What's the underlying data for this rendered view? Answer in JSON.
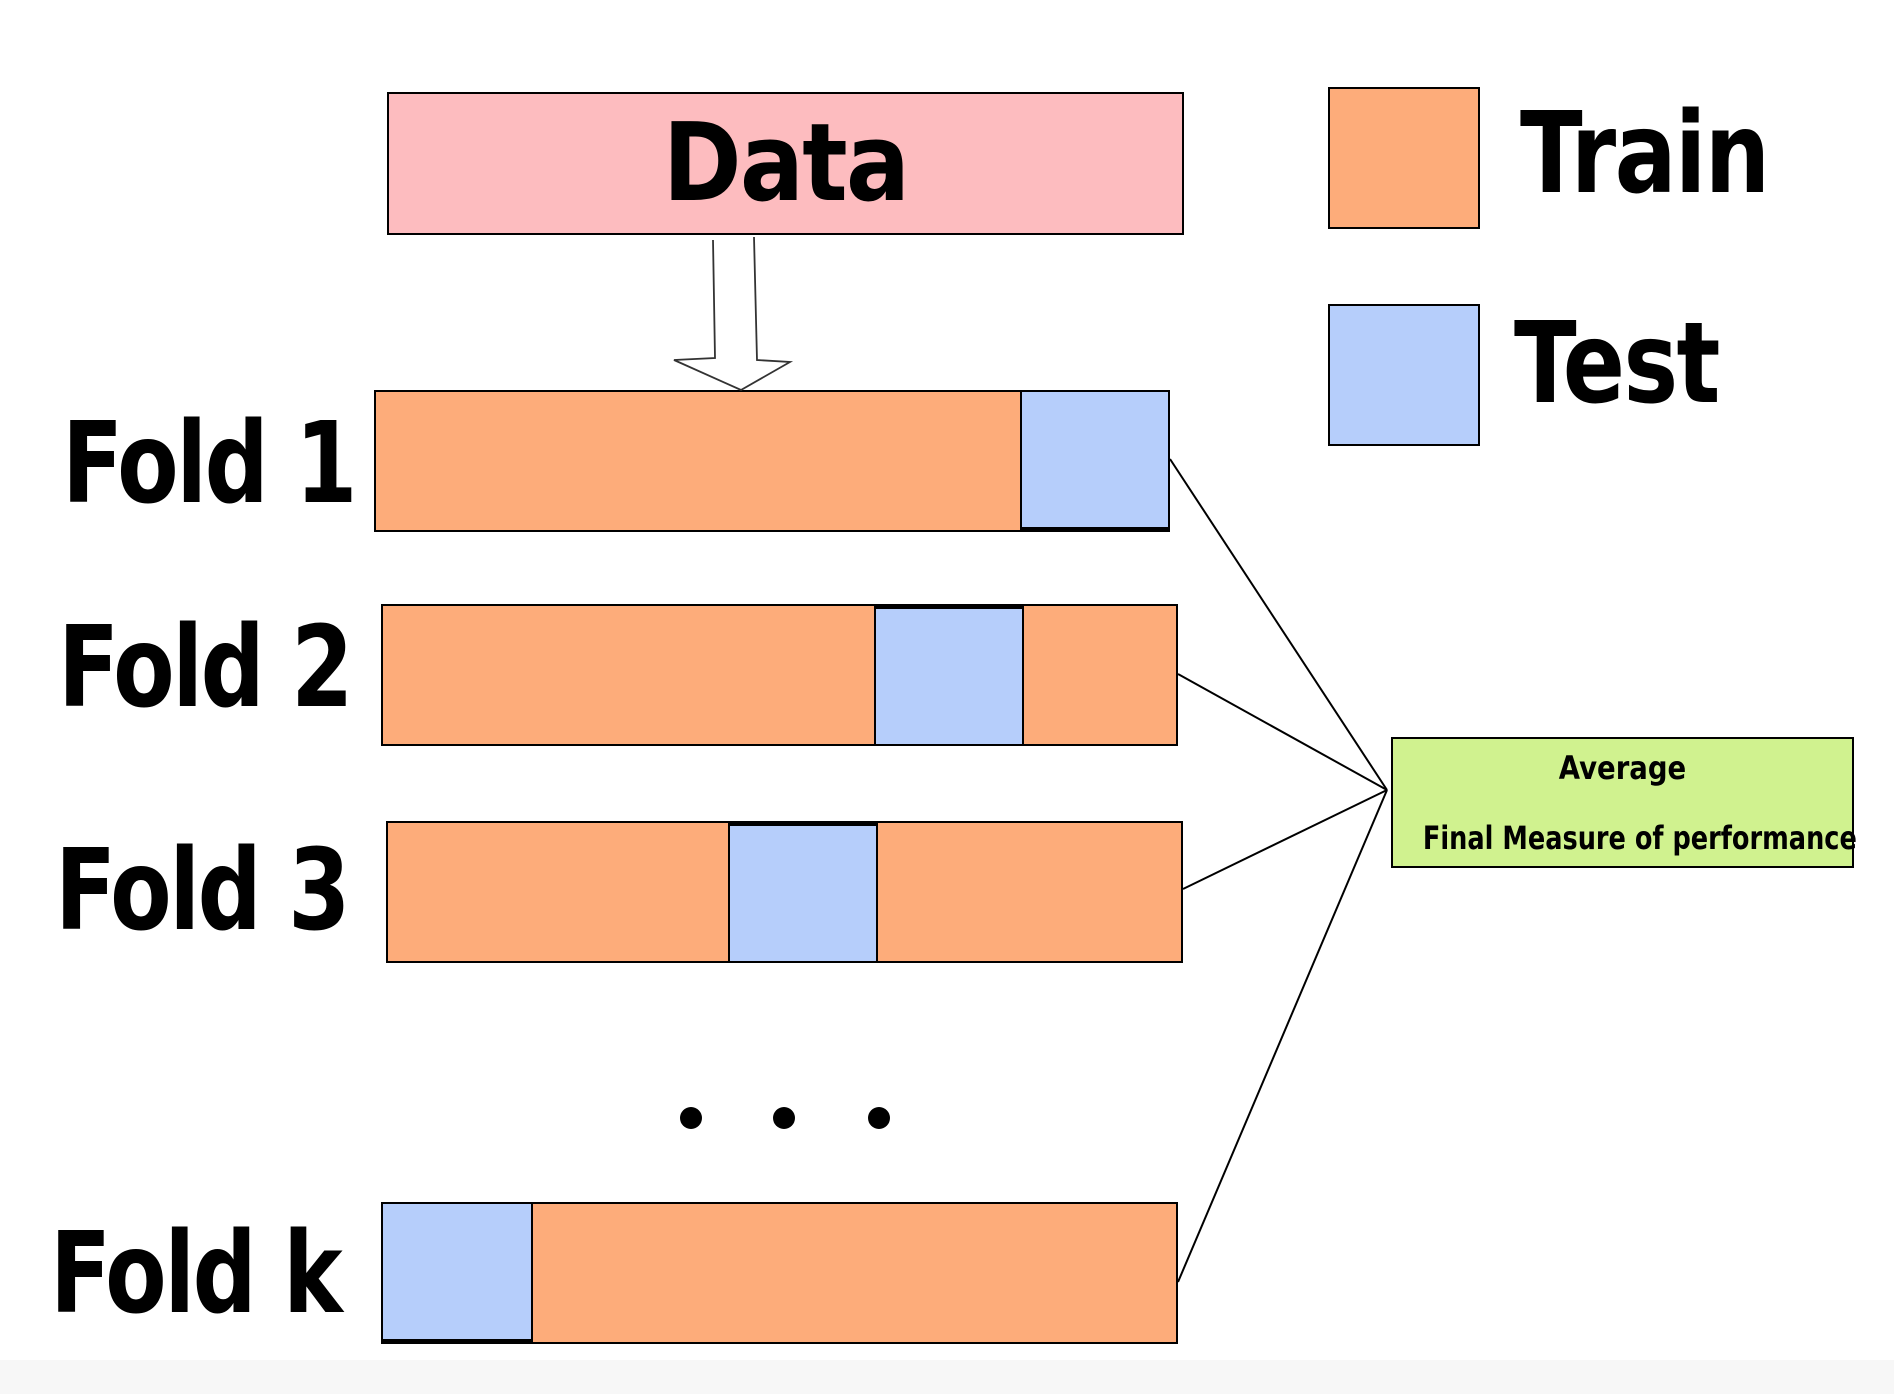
{
  "data_box": {
    "label": "Data",
    "color": "#fdbcbf"
  },
  "legend": {
    "train": {
      "label": "Train",
      "color": "#fdac7a"
    },
    "test": {
      "label": "Test",
      "color": "#b6cefb"
    }
  },
  "folds": [
    {
      "label": "Fold 1"
    },
    {
      "label": "Fold 2"
    },
    {
      "label": "Fold 3"
    },
    {
      "label": "Fold k"
    }
  ],
  "ellipsis": "...",
  "average_box": {
    "title": "Average",
    "subtitle": "Final Measure of performance",
    "color": "#d0f28f"
  }
}
